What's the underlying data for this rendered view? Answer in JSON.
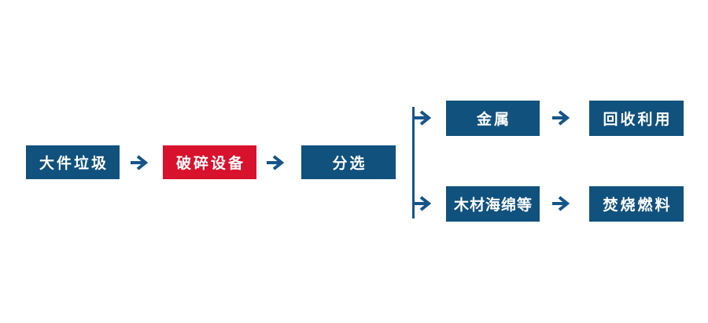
{
  "diagram": {
    "title_semantic": "bulky-waste-treatment-flowchart",
    "background_color": "#FFFFFF",
    "node_color": "#11517E",
    "highlight_node_color": "#D8122D",
    "arrow_color": "#15558A",
    "text_color": "#FFFFFF",
    "nodes": {
      "bulky_waste": "大件垃圾",
      "crushing_equipment": "破碎设备",
      "sorting": "分选",
      "metal": "金属",
      "recycling": "回收利用",
      "wood_sponge": "木材海绵等",
      "incineration_fuel": "焚烧燃料"
    },
    "edges": [
      {
        "from": "bulky_waste",
        "to": "crushing_equipment"
      },
      {
        "from": "crushing_equipment",
        "to": "sorting"
      },
      {
        "from": "sorting",
        "to": "metal"
      },
      {
        "from": "sorting",
        "to": "wood_sponge"
      },
      {
        "from": "metal",
        "to": "recycling"
      },
      {
        "from": "wood_sponge",
        "to": "incineration_fuel"
      }
    ]
  }
}
